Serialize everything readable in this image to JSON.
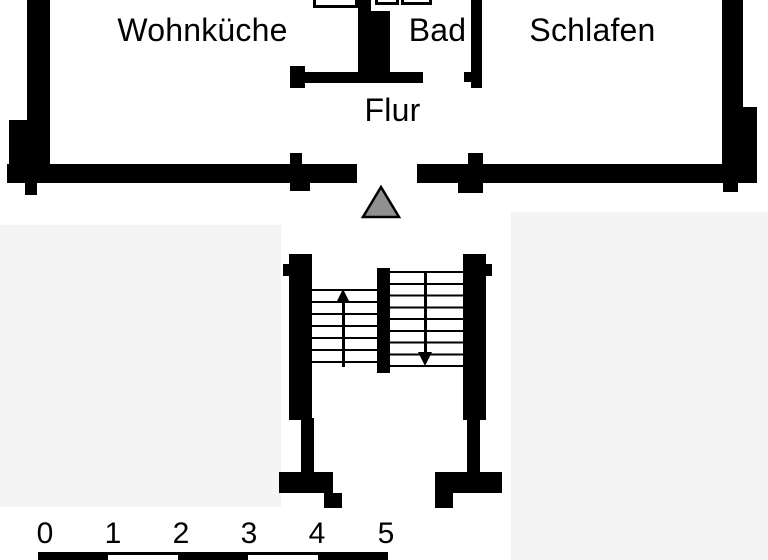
{
  "floorplan": {
    "type": "apartment-floor-plan",
    "rooms": [
      {
        "id": "wohnkueche",
        "label": "Wohnküche"
      },
      {
        "id": "bad",
        "label": "Bad"
      },
      {
        "id": "schlafen",
        "label": "Schlafen"
      },
      {
        "id": "flur",
        "label": "Flur"
      }
    ],
    "entrance_marker": "triangle-pointing-up",
    "stairs": {
      "left_flight_tread_lines": 7,
      "right_flight_tread_lines": 9,
      "left_flight_direction": "up",
      "right_flight_direction": "down"
    },
    "scale_bar": {
      "ticks": [
        "0",
        "1",
        "2",
        "3",
        "4",
        "5"
      ],
      "segments": 5
    },
    "colors": {
      "wall": "#000000",
      "background": "#ffffff",
      "adjacent_shade": "#f4f4f4",
      "entrance_marker": "#909090"
    }
  }
}
